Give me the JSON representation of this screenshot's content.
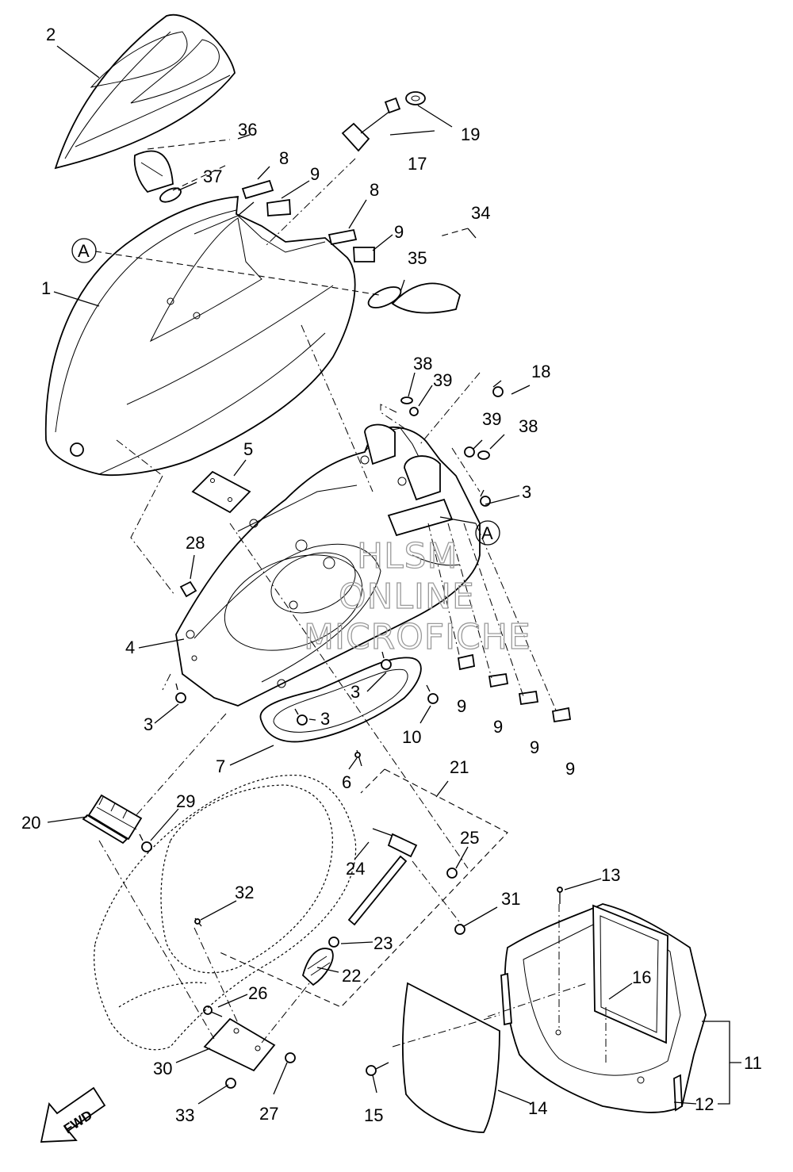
{
  "watermark": [
    "HLSM",
    "ONLINE",
    "MICROFICHE"
  ],
  "direction_arrow": "FWD",
  "reference_mark": "A",
  "callouts": [
    {
      "id": "c1",
      "text": "1"
    },
    {
      "id": "c2",
      "text": "2"
    },
    {
      "id": "c3a",
      "text": "3"
    },
    {
      "id": "c3b",
      "text": "3"
    },
    {
      "id": "c3c",
      "text": "3"
    },
    {
      "id": "c3d",
      "text": "3"
    },
    {
      "id": "c4",
      "text": "4"
    },
    {
      "id": "c5",
      "text": "5"
    },
    {
      "id": "c6",
      "text": "6"
    },
    {
      "id": "c7",
      "text": "7"
    },
    {
      "id": "c8a",
      "text": "8"
    },
    {
      "id": "c8b",
      "text": "8"
    },
    {
      "id": "c9a",
      "text": "9"
    },
    {
      "id": "c9b",
      "text": "9"
    },
    {
      "id": "c9c",
      "text": "9"
    },
    {
      "id": "c9d",
      "text": "9"
    },
    {
      "id": "c9e",
      "text": "9"
    },
    {
      "id": "c9f",
      "text": "9"
    },
    {
      "id": "c10",
      "text": "10"
    },
    {
      "id": "c11",
      "text": "11"
    },
    {
      "id": "c12",
      "text": "12"
    },
    {
      "id": "c13",
      "text": "13"
    },
    {
      "id": "c14",
      "text": "14"
    },
    {
      "id": "c15",
      "text": "15"
    },
    {
      "id": "c16",
      "text": "16"
    },
    {
      "id": "c17",
      "text": "17"
    },
    {
      "id": "c18",
      "text": "18"
    },
    {
      "id": "c19",
      "text": "19"
    },
    {
      "id": "c20",
      "text": "20"
    },
    {
      "id": "c21",
      "text": "21"
    },
    {
      "id": "c22",
      "text": "22"
    },
    {
      "id": "c23",
      "text": "23"
    },
    {
      "id": "c24",
      "text": "24"
    },
    {
      "id": "c25",
      "text": "25"
    },
    {
      "id": "c26",
      "text": "26"
    },
    {
      "id": "c27",
      "text": "27"
    },
    {
      "id": "c28",
      "text": "28"
    },
    {
      "id": "c29",
      "text": "29"
    },
    {
      "id": "c30",
      "text": "30"
    },
    {
      "id": "c31",
      "text": "31"
    },
    {
      "id": "c32",
      "text": "32"
    },
    {
      "id": "c33",
      "text": "33"
    },
    {
      "id": "c34",
      "text": "34"
    },
    {
      "id": "c35",
      "text": "35"
    },
    {
      "id": "c36",
      "text": "36"
    },
    {
      "id": "c37",
      "text": "37"
    },
    {
      "id": "c38a",
      "text": "38"
    },
    {
      "id": "c38b",
      "text": "38"
    },
    {
      "id": "c39a",
      "text": "39"
    },
    {
      "id": "c39b",
      "text": "39"
    }
  ]
}
